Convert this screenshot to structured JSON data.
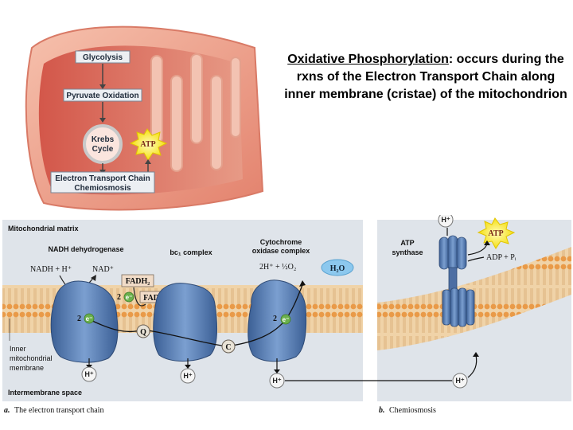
{
  "title": {
    "underlined": "Oxidative Phosphorylation",
    "rest": ": occurs during the rxns of the Electron Transport Chain along inner membrane (cristae) of the mitochondrion"
  },
  "inset": {
    "glycolysis": "Glycolysis",
    "pyruvate": "Pyruvate Oxidation",
    "krebs_line1": "Krebs",
    "krebs_line2": "Cycle",
    "atp": "ATP",
    "etc_line1": "Electron Transport Chain",
    "etc_line2": "Chemiosmosis"
  },
  "panel_a": {
    "matrix": "Mitochondrial matrix",
    "nadh_dehydrogenase": "NADH dehydrogenase",
    "bc1_complex": "bc₁ complex",
    "cyto_line1": "Cytochrome",
    "cyto_line2": "oxidase complex",
    "nadh_h": "NADH + H⁺",
    "nad": "NAD⁺",
    "fadh2": "FADH₂",
    "fad": "FAD",
    "two_h_o2": "2H⁺ + ½O₂",
    "h2o": "H₂O",
    "two_a": "2",
    "two_b": "2",
    "two_c": "2",
    "e": "e⁻",
    "q": "Q",
    "c": "C",
    "inner_line1": "Inner",
    "inner_line2": "mitochondrial",
    "inner_line3": "membrane",
    "h_plus": "H⁺",
    "intermembrane": "Intermembrane space",
    "caption_letter": "a.",
    "caption": "The electron transport chain"
  },
  "panel_b": {
    "h_top": "H⁺",
    "atp": "ATP",
    "atp_synthase_line1": "ATP",
    "atp_synthase_line2": "synthase",
    "adp_pi": "ADP + Pᵢ",
    "h_bottom": "H⁺",
    "caption_letter": "b.",
    "caption": "Chemiosmosis"
  },
  "colors": {
    "panel_bg": "#dfe4ea",
    "membrane_head": "#e9a55a",
    "membrane_band": "#d9bf95",
    "protein": "#5a7fb4",
    "mito_outer": "#e48470",
    "mito_inner": "#c9483c",
    "atp_star": "#f7e31a",
    "electron": "#6ab04c",
    "h2o": "#8cc8ee"
  }
}
